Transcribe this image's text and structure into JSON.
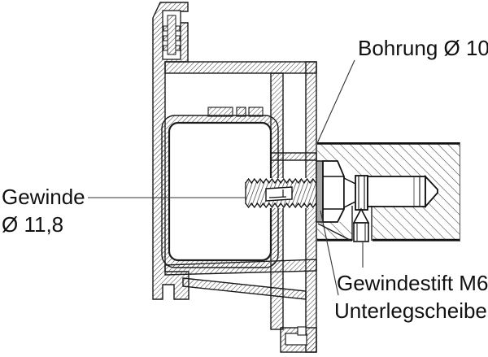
{
  "diagram": {
    "labels": {
      "bohrung": "Bohrung Ø 10",
      "gewinde_line1": "Gewinde",
      "gewinde_line2": "Ø 11,8",
      "gewindestift": "Gewindestift M6",
      "unterlegscheibe": "Unterlegscheibe"
    },
    "colors": {
      "line": "#1a1a1a",
      "profile_hatch": "#3f3f3f",
      "wall_hatch": "#4d4d4d",
      "washer_fill": "#a9a9a9",
      "background": "#ffffff"
    }
  }
}
